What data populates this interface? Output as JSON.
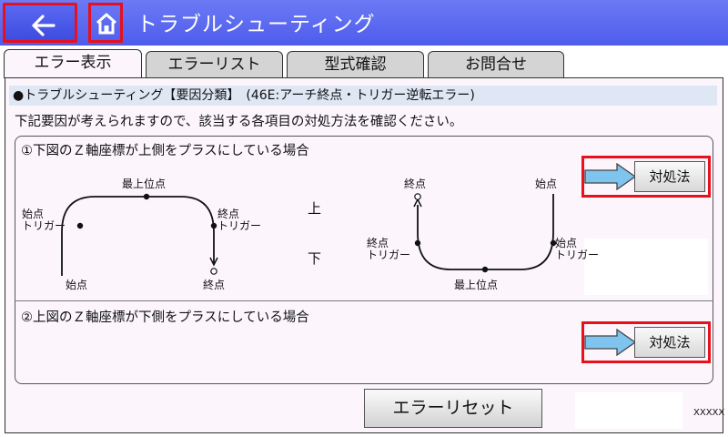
{
  "header": {
    "title": "トラブルシューティング",
    "back_icon": "arrow-left-icon",
    "home_icon": "home-icon",
    "bg_color": "#5462ee"
  },
  "tabs": [
    {
      "label": "エラー表示",
      "active": true
    },
    {
      "label": "エラーリスト",
      "active": false
    },
    {
      "label": "型式確認",
      "active": false
    },
    {
      "label": "お問合せ",
      "active": false
    }
  ],
  "main": {
    "heading": "●トラブルシューティング【要因分類】　(46E:アーチ終点・トリガー逆転エラー)",
    "instruction": "下記要因が考えられますので、該当する各項目の対処方法を確認ください。",
    "cases": [
      {
        "title": "①下図のＺ軸座標が上側をプラスにしている場合",
        "button_label": "対処法"
      },
      {
        "title": "②上図のＺ軸座標が下側をプラスにしている場合",
        "button_label": "対処法"
      }
    ],
    "diagram": {
      "upper": "上",
      "lower": "下",
      "left_arch": {
        "top": "最上位点",
        "start_trigger": "始点\nトリガー",
        "end_trigger": "終点\nトリガー",
        "start": "始点",
        "end": "終点"
      },
      "right_arch": {
        "end_top": "終点",
        "start_top": "始点",
        "end_trigger": "終点\nトリガー",
        "start_trigger": "始点\nトリガー",
        "bottom": "最上位点"
      }
    },
    "reset_label": "エラーリセット",
    "code": "XXXXX"
  },
  "colors": {
    "accent_red": "#e8101c",
    "arrow_fill": "#7ec4ee"
  }
}
